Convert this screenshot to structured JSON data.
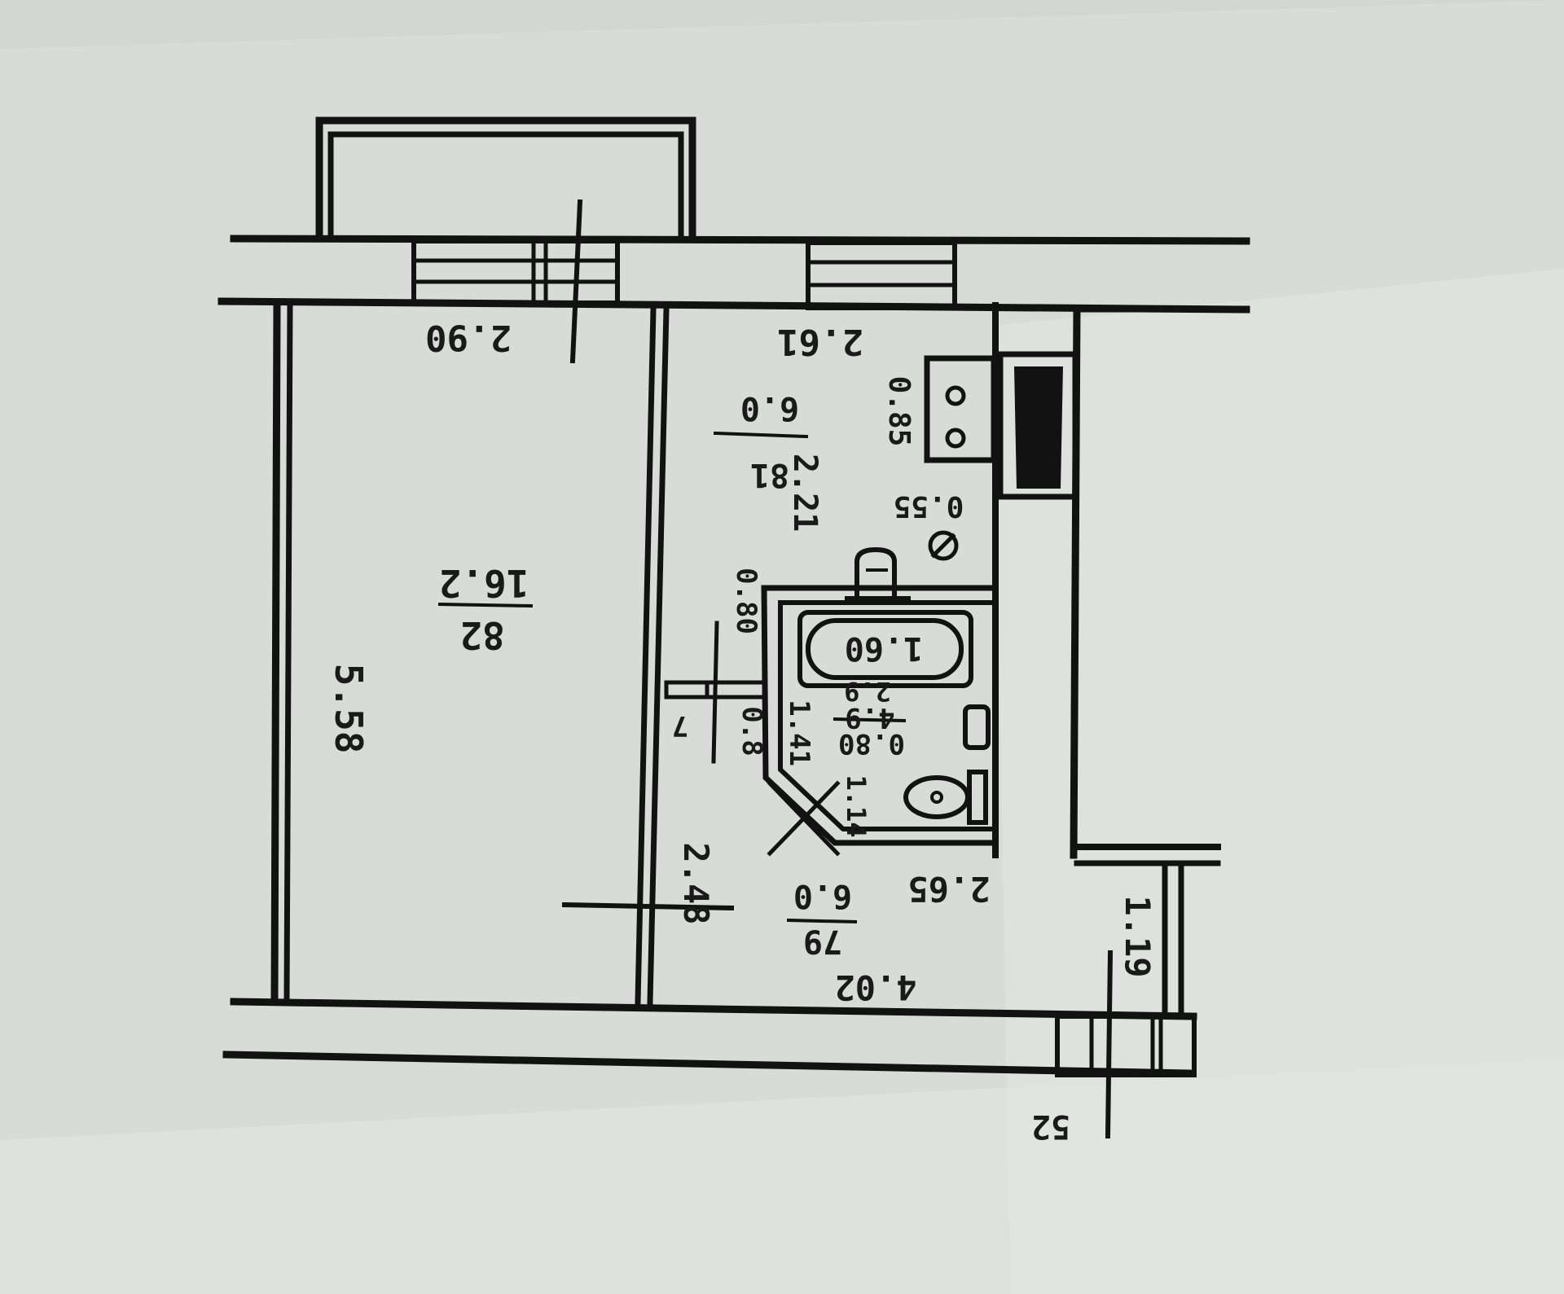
{
  "colors": {
    "paper": "#d4d6d4",
    "paper_light": "#e1e3e1",
    "ink": "#121212"
  },
  "plan": {
    "labels": {
      "room1_width": "2.90",
      "room1_length": "5.58",
      "room1_area_num": "16.2",
      "room1_area_den": "82",
      "kitchen_width": "2.61",
      "kitchen_length": "2.21",
      "kitchen_area_num": "6.0",
      "kitchen_area_den": "81",
      "stove_depth": "0.85",
      "stove_gap": "0.55",
      "bath_len": "1.60",
      "bath_door": "0.80",
      "bath_door2": "0.80",
      "door_a": "0.8",
      "door_a_mark": "7",
      "bath_depth": "1.41",
      "bath_area_num": "4.9",
      "bath_area_den": "2.9",
      "bath_area_sub": "80",
      "toilet_w": "1.14",
      "hall_width": "2.65",
      "hall_len": "2.48",
      "hall_area_num": "6.0",
      "hall_area_den": "79",
      "hall_total": "4.02",
      "entry_w": "1.19",
      "entry_mark": "52"
    }
  }
}
